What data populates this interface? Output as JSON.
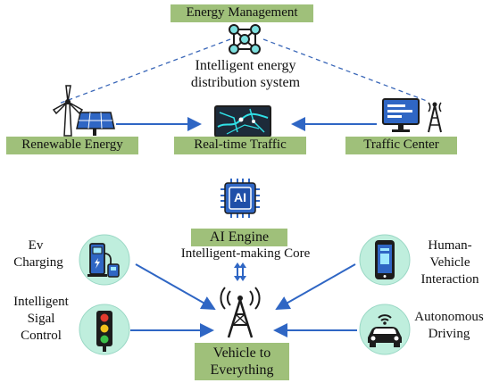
{
  "top": {
    "energy_management": "Energy Management",
    "distribution_line1": "Intelligent energy",
    "distribution_line2": "distribution system"
  },
  "middle": {
    "renewable_energy": "Renewable Energy",
    "real_time_traffic": "Real-time Traffic",
    "traffic_center": "Traffic Center"
  },
  "center": {
    "ai_chip_label": "AI",
    "ai_engine": "AI Engine",
    "core_label": "Intelligent-making Core"
  },
  "left": {
    "ev_line1": "Ev",
    "ev_line2": "Charging",
    "signal_line1": "Intelligent",
    "signal_line2": "Sigal",
    "signal_line3": "Control"
  },
  "right": {
    "hvi_line1": "Human-",
    "hvi_line2": "Vehicle",
    "hvi_line3": "Interaction",
    "auto_line1": "Autonomous",
    "auto_line2": "Driving"
  },
  "bottom": {
    "v2x_line1": "Vehicle to",
    "v2x_line2": "Everything"
  },
  "colors": {
    "label_box": "#9fc07a",
    "arrow": "#2f66c4",
    "dashed": "#3a67b8",
    "icon_circle": "#bfeedd",
    "icon_dark": "#1c1c1c"
  }
}
